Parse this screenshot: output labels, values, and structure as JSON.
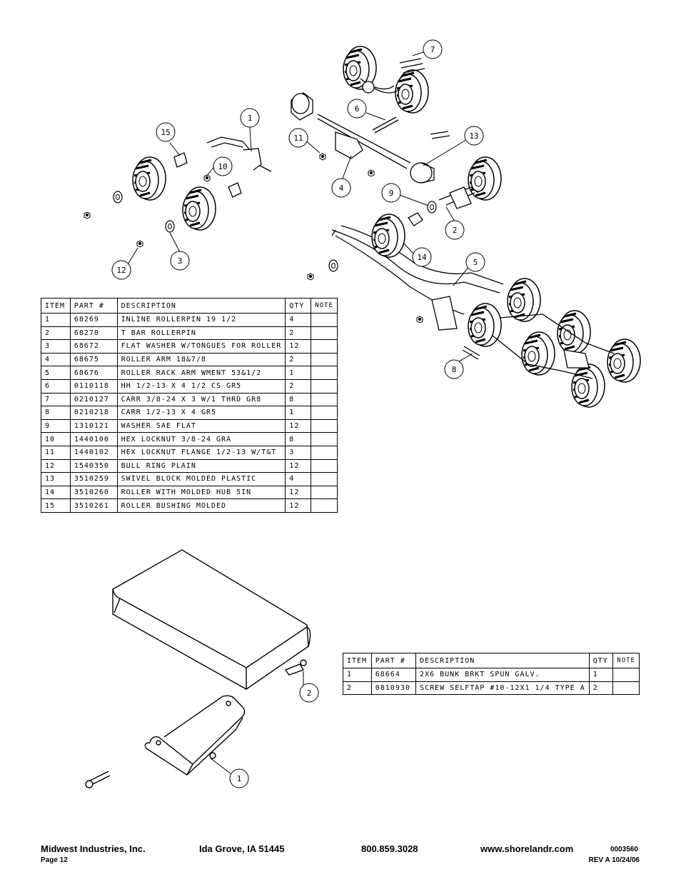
{
  "parts_table_1": {
    "headers": {
      "item": "ITEM",
      "part": "PART #",
      "description": "DESCRIPTION",
      "qty": "QTY",
      "note": "NOTE"
    },
    "rows": [
      {
        "item": "1",
        "part": "68269",
        "description": "INLINE ROLLERPIN 19 1/2",
        "qty": "4",
        "note": ""
      },
      {
        "item": "2",
        "part": "68270",
        "description": "T BAR ROLLERPIN",
        "qty": "2",
        "note": ""
      },
      {
        "item": "3",
        "part": "68672",
        "description": "FLAT WASHER W/TONGUES FOR ROLLER",
        "qty": "12",
        "note": ""
      },
      {
        "item": "4",
        "part": "68675",
        "description": "ROLLER ARM 18&7/8",
        "qty": "2",
        "note": ""
      },
      {
        "item": "5",
        "part": "68676",
        "description": "ROLLER RACK ARM WMENT  53&1/2",
        "qty": "1",
        "note": ""
      },
      {
        "item": "6",
        "part": "0110118",
        "description": "HH 1/2-13 X 4 1/2 CS GR5",
        "qty": "2",
        "note": ""
      },
      {
        "item": "7",
        "part": "0210127",
        "description": "CARR 3/8-24 X 3 W/1 THRD GR8",
        "qty": "8",
        "note": ""
      },
      {
        "item": "8",
        "part": "0210218",
        "description": "CARR 1/2-13 X 4 GR5",
        "qty": "1",
        "note": ""
      },
      {
        "item": "9",
        "part": "1310121",
        "description": "WASHER SAE FLAT",
        "qty": "12",
        "note": ""
      },
      {
        "item": "10",
        "part": "1440100",
        "description": "HEX LOCKNUT 3/8-24 GRA",
        "qty": "8",
        "note": ""
      },
      {
        "item": "11",
        "part": "1440102",
        "description": "HEX LOCKNUT FLANGE 1/2-13 W/T&T",
        "qty": "3",
        "note": ""
      },
      {
        "item": "12",
        "part": "1540350",
        "description": "BULL RING PLAIN",
        "qty": "12",
        "note": ""
      },
      {
        "item": "13",
        "part": "3510259",
        "description": "SWIVEL BLOCK MOLDED PLASTIC",
        "qty": "4",
        "note": ""
      },
      {
        "item": "14",
        "part": "3510260",
        "description": "ROLLER WITH MOLDED HUB  5IN",
        "qty": "12",
        "note": ""
      },
      {
        "item": "15",
        "part": "3510261",
        "description": "ROLLER BUSHING MOLDED",
        "qty": "12",
        "note": ""
      }
    ]
  },
  "parts_table_2": {
    "headers": {
      "item": "ITEM",
      "part": "PART #",
      "description": "DESCRIPTION",
      "qty": "QTY",
      "note": "NOTE"
    },
    "rows": [
      {
        "item": "1",
        "part": "68664",
        "description": "2X6 BUNK BRKT SPUN GALV.",
        "qty": "1",
        "note": ""
      },
      {
        "item": "2",
        "part": "0810930",
        "description": "SCREW SELFTAP #10-12X1 1/4 TYPE A",
        "qty": "2",
        "note": ""
      }
    ]
  },
  "callouts_top": [
    "1",
    "2",
    "3",
    "4",
    "5",
    "6",
    "7",
    "8",
    "9",
    "10",
    "11",
    "12",
    "13",
    "14",
    "15"
  ],
  "callouts_bottom": [
    "1",
    "2"
  ],
  "footer": {
    "company": "Midwest Industries, Inc.",
    "city": "Ida Grove, IA  51445",
    "phone": "800.859.3028",
    "website": "www.shorelandr.com",
    "doc_number": "0003560",
    "page": "Page 12",
    "revision": "REV A  10/24/06"
  }
}
